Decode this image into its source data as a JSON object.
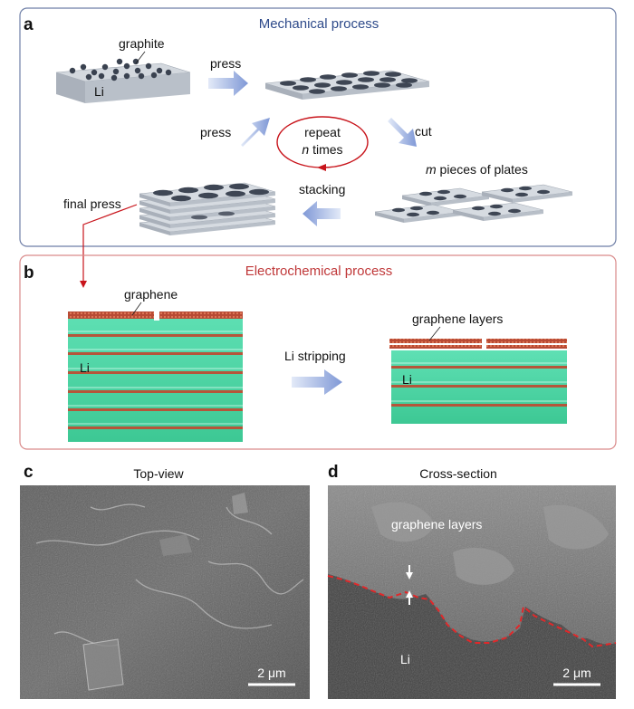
{
  "panel_a": {
    "letter": "a",
    "title": "Mechanical process",
    "label_graphite": "graphite",
    "label_li": "Li",
    "label_press_top": "press",
    "label_press_left": "press",
    "label_cut": "cut",
    "label_repeat_line1": "repeat",
    "label_repeat_n": "n",
    "label_repeat_times": " times",
    "label_m": "m",
    "label_pieces": " pieces of plates",
    "label_stacking": "stacking",
    "label_final_press": "final press"
  },
  "panel_b": {
    "letter": "b",
    "title": "Electrochemical process",
    "label_graphene": "graphene",
    "label_li_left": "Li",
    "label_li_stripping": "Li stripping",
    "label_graphene_layers": "graphene layers",
    "label_li_right": "Li"
  },
  "panel_c": {
    "letter": "c",
    "title": "Top-view",
    "scale": "2 μm"
  },
  "panel_d": {
    "letter": "d",
    "title": "Cross-section",
    "label_graphene_layers": "graphene layers",
    "label_li": "Li",
    "scale": "2 μm"
  },
  "colors": {
    "mech_border": "#6e7ea6",
    "elec_border": "#d98a8a",
    "li_green": "#4ed8a6",
    "graphene_red": "#c0462e",
    "plate_gray": "#c7ccd3",
    "arrow_blue": "#8fa6db",
    "repeat_red": "#c8141b"
  }
}
